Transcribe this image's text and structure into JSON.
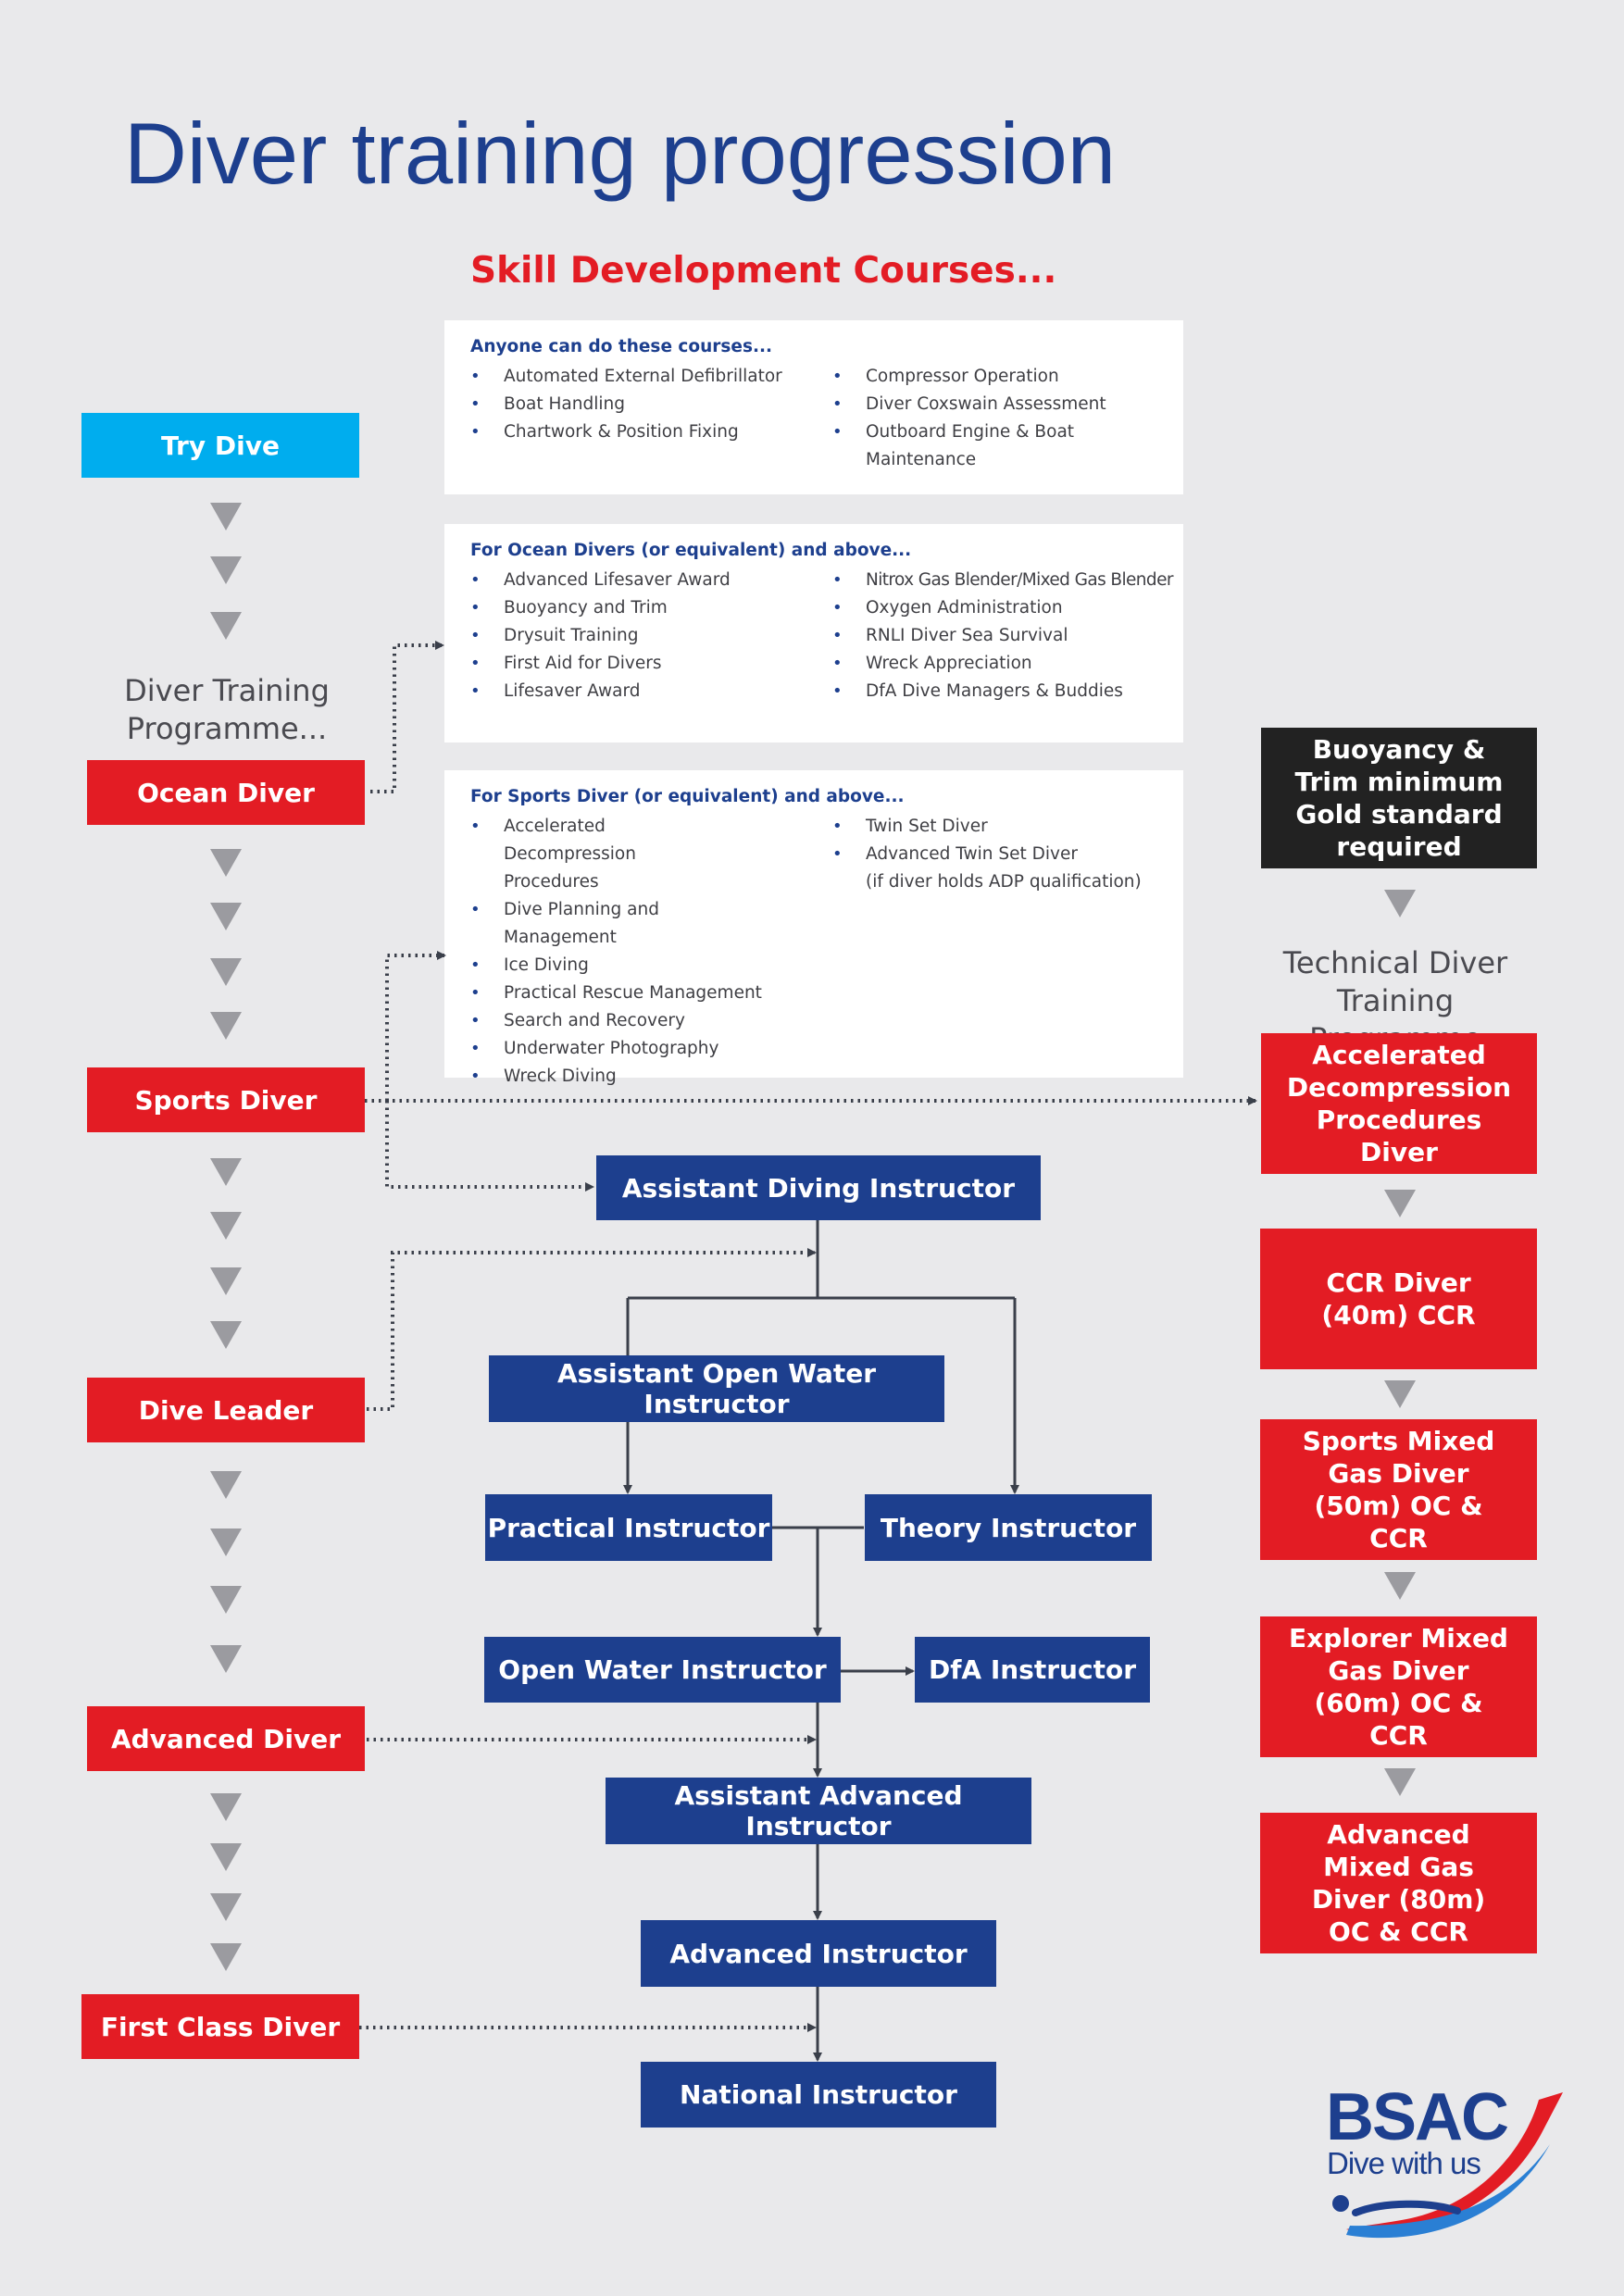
{
  "title": "Diver training progression",
  "skill_heading": "Skill Development Courses...",
  "panels": [
    {
      "title": "Anyone can do these courses...",
      "left": [
        "Automated External Defibrillator",
        "Boat Handling",
        "Chartwork & Position Fixing"
      ],
      "right": [
        "Compressor Operation",
        "Diver Coxswain Assessment",
        "Outboard Engine & Boat Maintenance"
      ]
    },
    {
      "title": "For Ocean Divers (or equivalent) and above...",
      "left": [
        "Advanced Lifesaver Award",
        "Buoyancy and Trim",
        "Drysuit Training",
        "First Aid for Divers",
        "Lifesaver Award"
      ],
      "right": [
        "Nitrox Gas Blender/Mixed Gas Blender",
        "Oxygen Administration",
        "RNLI Diver Sea Survival",
        "Wreck Appreciation",
        "DfA Dive Managers & Buddies"
      ]
    },
    {
      "title": "For Sports Diver (or equivalent) and above...",
      "left": [
        "Accelerated Decompression Procedures",
        "Dive Planning and Management",
        "Ice Diving",
        "Practical Rescue Management",
        "Search and Recovery",
        "Underwater Photography",
        "Wreck Diving"
      ],
      "right": [
        "Twin Set Diver",
        "Advanced Twin Set Diver",
        "(if diver holds ADP qualification)"
      ]
    }
  ],
  "diver_programme": {
    "label": "Diver Training Programme...",
    "try_dive": "Try Dive",
    "ocean_diver": "Ocean Diver",
    "sports_diver": "Sports Diver",
    "dive_leader": "Dive Leader",
    "advanced_diver": "Advanced Diver",
    "first_class_diver": "First Class Diver"
  },
  "instructor": {
    "assistant_diving": "Assistant Diving Instructor",
    "assistant_open_water": "Assistant Open Water Instructor",
    "practical": "Practical Instructor",
    "theory": "Theory Instructor",
    "open_water": "Open Water Instructor",
    "dfa": "DfA Instructor",
    "assistant_advanced": "Assistant Advanced Instructor",
    "advanced": "Advanced Instructor",
    "national": "National Instructor"
  },
  "technical": {
    "requirement": "Buoyancy & Trim minimum Gold standard required",
    "label": "Technical Diver Training Programme",
    "adp": "Accelerated Decompression Procedures Diver",
    "ccr": "CCR Diver (40m) CCR",
    "sports_mixed": "Sports Mixed Gas Diver (50m) OC & CCR",
    "explorer_mixed": "Explorer Mixed Gas Diver (60m) OC & CCR",
    "advanced_mixed": "Advanced Mixed Gas Diver (80m) OC & CCR"
  },
  "logo": {
    "name": "BSAC",
    "tagline": "Dive with us"
  },
  "colors": {
    "red": "#e31c24",
    "navy": "#1d3f8e",
    "sky": "#00adee",
    "black": "#222222",
    "background": "#e9e9eb"
  }
}
